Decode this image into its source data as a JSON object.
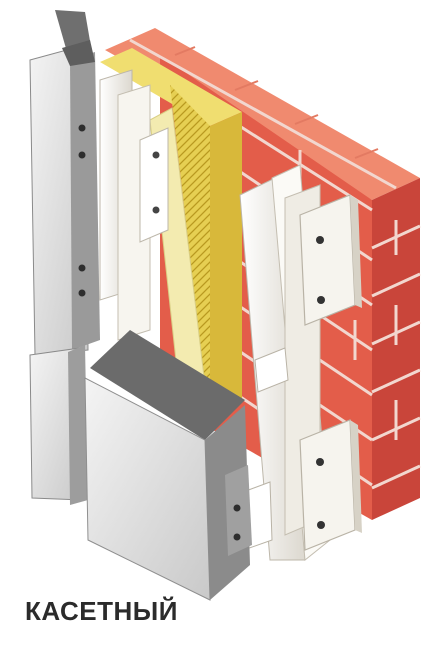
{
  "caption": "КАСЕТНЫЙ",
  "colors": {
    "brick": "#e8604b",
    "brick_dark": "#c9453a",
    "mortar": "#f2d7cf",
    "insulation": "#e6cf52",
    "insulation_pattern": "#b9991f",
    "membrane": "#f0eaa0",
    "bracket": "#f2efe8",
    "cassette_light": "#e9e9e9",
    "cassette_dark": "#7d7d7d"
  },
  "icons": [
    "brick-wall",
    "insulation-layer",
    "wind-membrane",
    "bracket",
    "guide-rail",
    "cassette-panel",
    "fastener"
  ]
}
